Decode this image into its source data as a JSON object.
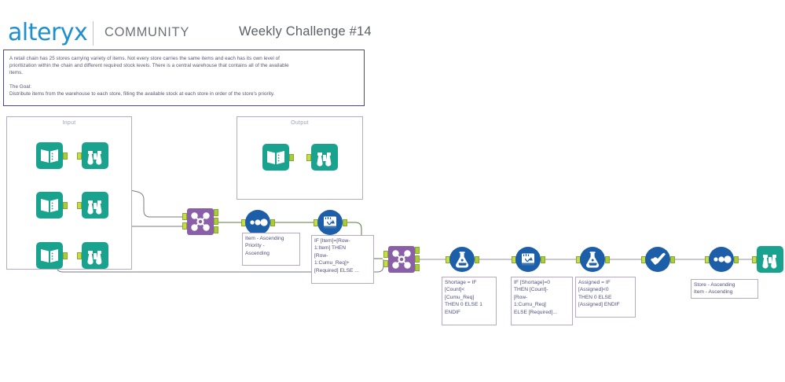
{
  "header": {
    "logo": "alteryx",
    "subtitle": "COMMUNITY",
    "challenge_title": "Weekly Challenge #14",
    "logo_color": "#1f8fce"
  },
  "description": {
    "paragraph_lines": [
      "A retail chain has 25 stores carrying variety of items.  Not every store carries the same items and each has its own level of",
      "prioritization within the chain and different required stock levels.  There is a central warehouse that contains all of the available",
      "items."
    ],
    "goal_label": "The Goal:",
    "goal_lines": [
      "Distribute items from the warehouse to each store, filling the available stock at each store in order of the store's priority."
    ]
  },
  "canvas": {
    "containers": [
      {
        "name": "input",
        "title": "Input"
      },
      {
        "name": "output",
        "title": "Output"
      }
    ],
    "tools": [
      {
        "id": "input-1",
        "type": "input-data",
        "icon": "book-icon"
      },
      {
        "id": "browse-1",
        "type": "browse",
        "icon": "binoculars-icon"
      },
      {
        "id": "input-2",
        "type": "input-data",
        "icon": "book-icon"
      },
      {
        "id": "browse-2",
        "type": "browse",
        "icon": "binoculars-icon"
      },
      {
        "id": "input-3",
        "type": "input-data",
        "icon": "book-icon"
      },
      {
        "id": "browse-3",
        "type": "browse",
        "icon": "binoculars-icon"
      },
      {
        "id": "output-input",
        "type": "input-data",
        "icon": "book-icon"
      },
      {
        "id": "output-browse",
        "type": "browse",
        "icon": "binoculars-icon"
      },
      {
        "id": "join-1",
        "type": "join-multiple",
        "icon": "join-multiple-icon"
      },
      {
        "id": "sort-1",
        "type": "sort",
        "icon": "sort-icon"
      },
      {
        "id": "mrf-1",
        "type": "multi-row-formula",
        "icon": "multi-row-formula-icon"
      },
      {
        "id": "join-2",
        "type": "join-multiple",
        "icon": "join-multiple-icon"
      },
      {
        "id": "formula-1",
        "type": "formula",
        "icon": "flask-icon"
      },
      {
        "id": "mrf-2",
        "type": "multi-row-formula",
        "icon": "multi-row-formula-icon"
      },
      {
        "id": "formula-2",
        "type": "formula",
        "icon": "flask-icon"
      },
      {
        "id": "select-1",
        "type": "select",
        "icon": "checkmark-icon"
      },
      {
        "id": "sort-2",
        "type": "sort",
        "icon": "sort-icon"
      },
      {
        "id": "browse-4",
        "type": "browse",
        "icon": "binoculars-icon"
      }
    ],
    "notes": [
      {
        "id": "note-sort-1",
        "for_tool": "sort-1",
        "lines": [
          "Item - Ascending",
          "Priority -",
          "Ascending"
        ]
      },
      {
        "id": "note-mrf-1",
        "for_tool": "mrf-1",
        "lines": [
          "IF [Item]=[Row-",
          "1:Item] THEN",
          "[Row-",
          "1:Cumu_Req]+",
          "[Required] ELSE ..."
        ]
      },
      {
        "id": "note-formula-1",
        "for_tool": "formula-1",
        "lines": [
          "Shortage = IF",
          "[Count]<",
          "[Cumu_Req]",
          "THEN 0 ELSE 1",
          "ENDIF"
        ]
      },
      {
        "id": "note-mrf-2",
        "for_tool": "mrf-2",
        "lines": [
          "IF [Shortage]=0",
          "THEN [Count]-",
          "[Row-",
          "1:Cumu_Req]",
          "ELSE [Required]..."
        ]
      },
      {
        "id": "note-formula-2",
        "for_tool": "formula-2",
        "lines": [
          "Assigned = IF",
          "[Assigned]<0",
          "THEN 0 ELSE",
          "[Assigned] ENDIF"
        ]
      },
      {
        "id": "note-sort-2",
        "for_tool": "sort-2",
        "lines": [
          "Store - Ascending",
          "Item - Ascending"
        ]
      }
    ],
    "colors": {
      "tool_teal": "#19a38f",
      "tool_blue": "#1c5fa8",
      "tool_purple": "#8a5fa8",
      "anchor_green": "#c6dd4a",
      "container_border": "#b9a9c4",
      "wire": "#7a7a85"
    }
  }
}
